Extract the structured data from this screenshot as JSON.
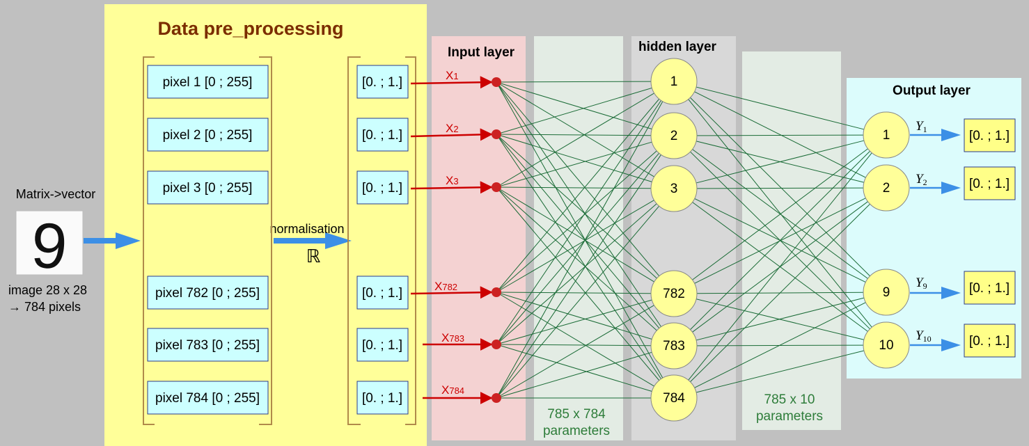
{
  "preprocessing": {
    "title": "Data pre_processing",
    "matrix_label": "Matrix->vector",
    "digit": "9",
    "image_caption": [
      "image 28 x 28",
      "→ 784 pixels"
    ],
    "normalisation_label": "normalisation",
    "real_symbol": "ℝ",
    "pixel_boxes": [
      "pixel 1 [0 ; 255]",
      "pixel 2 [0 ; 255]",
      "pixel 3 [0 ; 255]",
      "pixel 782 [0 ; 255]",
      "pixel 783 [0 ; 255]",
      "pixel 784 [0 ; 255]"
    ],
    "normalized_boxes": [
      "[0. ; 1.]",
      "[0. ; 1.]",
      "[0. ; 1.]",
      "[0. ; 1.]",
      "[0. ; 1.]",
      "[0. ; 1.]"
    ]
  },
  "input_layer": {
    "title": "Input layer",
    "inputs": [
      {
        "base": "X",
        "sub": "1"
      },
      {
        "base": "X",
        "sub": "2"
      },
      {
        "base": "X",
        "sub": "3"
      },
      {
        "base": "X",
        "sub": "782"
      },
      {
        "base": "X",
        "sub": "783"
      },
      {
        "base": "X",
        "sub": "784"
      }
    ]
  },
  "weights_1": {
    "lines": [
      "785 x 784",
      "parameters"
    ]
  },
  "hidden_layer": {
    "title": "hidden layer",
    "nodes": [
      "1",
      "2",
      "3",
      "782",
      "783",
      "784"
    ]
  },
  "weights_2": {
    "lines": [
      "785 x 10",
      "parameters"
    ]
  },
  "output_layer": {
    "title": "Output layer",
    "nodes": [
      "1",
      "2",
      "9",
      "10"
    ],
    "outputs": [
      {
        "base": "Y",
        "sub": "1"
      },
      {
        "base": "Y",
        "sub": "2"
      },
      {
        "base": "Y",
        "sub": "9"
      },
      {
        "base": "Y",
        "sub": "10"
      }
    ],
    "boxes": [
      "[0. ; 1.]",
      "[0. ; 1.]",
      "[0. ; 1.]",
      "[0. ; 1.]"
    ]
  },
  "colors": {
    "preprocessing_bg": "#ffff99",
    "title_brown": "#7b2d00",
    "box_cyan": "#ccffff",
    "box_border": "#2a3a8a",
    "input_bg": "#f4d2d2",
    "input_red": "#cc0000",
    "weights_bg": "#e3ece4",
    "hidden_bg": "#d8d8d8",
    "output_bg": "#dcfcfc",
    "node_fill": "#ffff99",
    "edge_green": "#1a6b36",
    "param_text": "#2e7d3a",
    "arrow_blue": "#3c8fe6",
    "output_box": "#ffff88"
  }
}
